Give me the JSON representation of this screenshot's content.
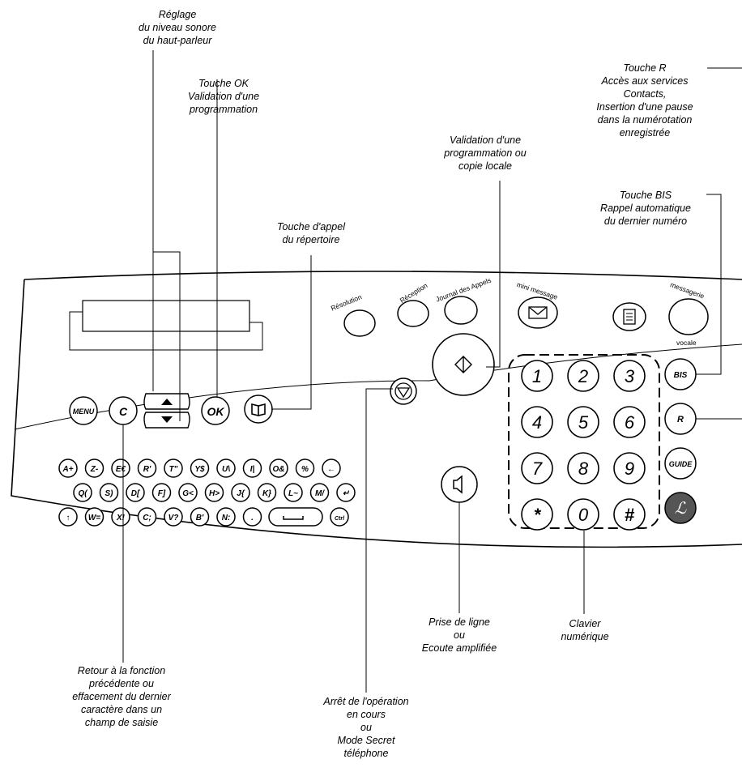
{
  "callouts": {
    "volume": [
      "Réglage",
      "du niveau sonore",
      "du haut-parleur"
    ],
    "ok": [
      "Touche OK",
      "Validation d'une",
      "programmation"
    ],
    "directory": [
      "Touche  d'appel",
      "du répertoire"
    ],
    "validation": [
      "Validation d'une",
      "programmation ou",
      "copie locale"
    ],
    "touche_r": [
      "Touche R",
      "Accès aux services",
      "Contacts,",
      "Insertion d'une pause",
      "dans la numérotation",
      "enregistrée"
    ],
    "touche_bis": [
      "Touche BIS",
      "Rappel automatique",
      "du dernier numéro"
    ],
    "line": [
      "Prise de ligne",
      "ou",
      "Ecoute amplifiée"
    ],
    "keypad": [
      "Clavier",
      "numérique"
    ],
    "back": [
      "Retour à la fonction",
      "précédente ou",
      "effacement du dernier",
      "caractère dans un",
      "champ de saisie"
    ],
    "stop": [
      "Arrêt de l'opération",
      "en cours",
      "ou",
      "Mode Secret",
      "téléphone"
    ]
  },
  "top_buttons": {
    "resolution": "Résolution",
    "reception": "Réception",
    "journal": "Journal des Appels",
    "mini_message": "mini message",
    "messagerie": "messagerie",
    "vocale": "vocale"
  },
  "left_buttons": {
    "menu": "MENU",
    "c": "C",
    "ok": "OK"
  },
  "keypad": [
    "1",
    "2",
    "3",
    "4",
    "5",
    "6",
    "7",
    "8",
    "9",
    "*",
    "0",
    "#"
  ],
  "side_keys": {
    "bis": "BIS",
    "r": "R",
    "guide": "GUIDE"
  },
  "alpha_rows": [
    [
      "A+",
      "Z-",
      "E€",
      "R'",
      "T\"",
      "Y$",
      "U\\",
      "I|",
      "O&",
      "%",
      "←"
    ],
    [
      "Q(",
      "S)",
      "D[",
      "F]",
      "G<",
      "H>",
      "J{",
      "K}",
      "L~",
      "M/",
      "↵"
    ],
    [
      "↑",
      "W=",
      "X!",
      "C;",
      "V?",
      "B'",
      "N:",
      ".",
      " ",
      "Ctrl"
    ]
  ]
}
